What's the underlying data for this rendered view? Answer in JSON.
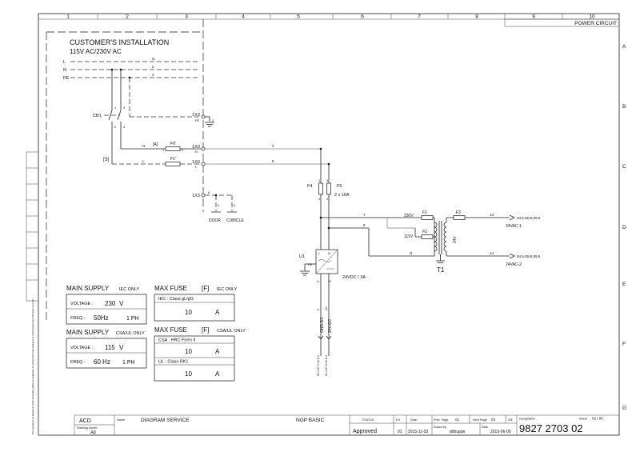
{
  "frame": {
    "columns": [
      "1",
      "2",
      "3",
      "4",
      "5",
      "6",
      "7",
      "8",
      "9",
      "10"
    ],
    "rows": [
      "A",
      "B",
      "C",
      "D",
      "E",
      "F",
      "G"
    ],
    "sheet_title": "POWER CIRCUIT",
    "side_note": "This document is our property and shall not be altered without our permission; its content shall not be reproduced or communicated to any third party in any form."
  },
  "customer": {
    "title_line1": "CUSTOMER'S INSTALLATION",
    "title_line2": "115V AC/230V AC",
    "lines": [
      "L",
      "N",
      "PE"
    ],
    "line_numbers": [
      "N",
      "2",
      "3"
    ]
  },
  "labels": {
    "cb1": "CB1",
    "cb1_pins": [
      "1",
      "3",
      "2",
      "4"
    ],
    "x1x3_top": "1X3",
    "pe": "PE",
    "pe_num": "3",
    "x1x0_a": "1X0",
    "x1x0_b": "1X0",
    "n": "N",
    "l": "L",
    "bracket_a": "[A]",
    "bracket_s": "[S]",
    "f0_prime": "F0'",
    "f1_prime": "F1'",
    "f_pins": [
      "1",
      "2"
    ],
    "wire4": "4",
    "wire5": "5",
    "x1x3_bottom": "1X3",
    "pin6": "6",
    "door": "DOOR",
    "cubicle": "CUBICLE",
    "f4": "F4",
    "f5": "F5",
    "f5_rating": "2 x 10A",
    "fuse_pins": [
      "1",
      "3",
      "2",
      "4"
    ],
    "wire7": "7",
    "wire8": "8",
    "u1": "U1",
    "u1_l": "L",
    "u1_n": "N",
    "u1_pe": "PE",
    "u1_vminus": "V-",
    "u1_vplus": "V+",
    "u1_rating": "24VDC / 3A",
    "t1": "T1",
    "t1_230": "230V",
    "t1_115": "115V",
    "t1_24": "24V",
    "t1_n": "N",
    "f1": "F1",
    "f2": "F2",
    "f3": "F3",
    "wire13": "13",
    "wire14": "14",
    "ref13": "04.5.05.B.09.5",
    "ref14": "04.5.05.B.09.5",
    "vac1": "24VAC-1",
    "vac2": "24VAC-2",
    "dc_pins": [
      "9",
      "10"
    ],
    "gnd_dc": "GND-DC",
    "v24_dc": "24V-DC",
    "ref_gnd": "03.1.07.1.01.8.4",
    "ref_24v": "03.1.07.1.01.8.4"
  },
  "iec": {
    "main_supply": "MAIN SUPPLY",
    "main_supply_tag": "IEC ONLY",
    "voltage_label": "VOLTAGE :",
    "voltage_value": "230",
    "voltage_unit": "V",
    "freq_label": "FREQ :",
    "freq_value": "50Hz",
    "phase": "1 PH",
    "max_fuse": "MAX FUSE",
    "max_fuse_bracket": "[F]",
    "max_fuse_tag": "IEC ONLY",
    "fuse_class": "IEC : Class gL/gG",
    "fuse_value": "10",
    "fuse_unit": "A"
  },
  "csa": {
    "main_supply": "MAIN SUPPLY",
    "main_supply_tag": "CSA/UL  ONLY",
    "voltage_label": "VOLTAGE :",
    "voltage_value": "115",
    "voltage_unit": "V",
    "freq_label": "FREQ :",
    "freq_value": "60 Hz",
    "phase": "1 PH",
    "max_fuse": "MAX FUSE",
    "max_fuse_bracket": "[F]",
    "max_fuse_tag": "CSA/UL  ONLY",
    "csa_class": "CSA : HRC Form II",
    "csa_value": "10",
    "csa_unit": "A",
    "ul_class": "UL : Class RK1",
    "ul_value": "10",
    "ul_unit": "A"
  },
  "titleblock": {
    "company": "ACD",
    "drawing_owner_label": "Drawing owner",
    "drawing_owner": "All",
    "name_label": "Name",
    "name": "DIAGRAM SERVICE",
    "product": "NGP BASIC",
    "status_label": "STATUS",
    "status": "Approved",
    "ed_label": "Ed.",
    "ed": "01",
    "date_label": "Date",
    "date": "2015-11-03",
    "prev_page_label": "Prev. Page",
    "prev_page": "01",
    "next_page_label": "Next Page",
    "next_page": "03",
    "size": "A3",
    "designation_label": "Designation",
    "designation": "9827 2703 02",
    "sheet_label": "Sheet",
    "sheet": "02 / 90",
    "drawn_by_label": "Drawn by",
    "drawn_by": "ddhuppe",
    "date2_label": "Date",
    "date2": "2015-06-09"
  }
}
